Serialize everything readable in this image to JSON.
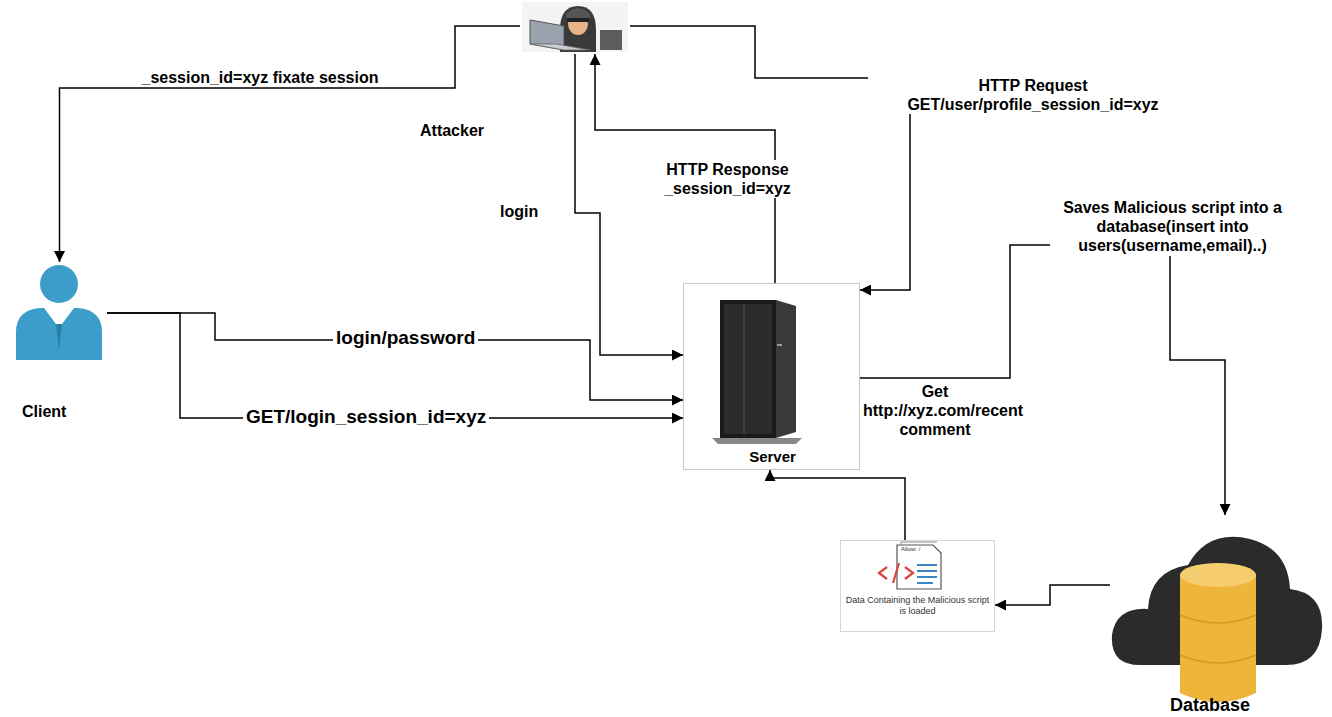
{
  "diagram": {
    "nodes": [
      {
        "text": [
          "Attacker"
        ]
      },
      {
        "text": [
          "Client"
        ]
      },
      {
        "text": [
          "Server"
        ]
      },
      {
        "text": [
          "Database"
        ]
      },
      {
        "text": [
          "Allow: /",
          "Data Containing the Malicious script is loaded"
        ]
      }
    ],
    "edges": [
      {
        "from": 0,
        "to": 1,
        "arrow": "to",
        "label": "_session_id=xyz fixate session"
      },
      {
        "from": 0,
        "to": 2,
        "arrow": "to",
        "label": "HTTP Request GET/user/profile_session_id=xyz"
      },
      {
        "from": 2,
        "to": 0,
        "arrow": "to",
        "label": "HTTP Response _session_id=xyz"
      },
      {
        "from": 0,
        "to": 2,
        "arrow": "to",
        "label": "login"
      },
      {
        "from": 1,
        "to": 2,
        "arrow": "to",
        "label": "login/password"
      },
      {
        "from": 1,
        "to": 2,
        "arrow": "to",
        "label": "GET/login_session_id=xyz"
      },
      {
        "from": 2,
        "to": 3,
        "arrow": "to",
        "label": "Saves Malicious script into a database(insert into users(username,email)..)"
      },
      {
        "from": 3,
        "to": 4,
        "arrow": "to"
      },
      {
        "from": 4,
        "to": 2,
        "arrow": "to"
      }
    ],
    "labels": [
      "Get http://xyz.com/recent comment"
    ]
  }
}
